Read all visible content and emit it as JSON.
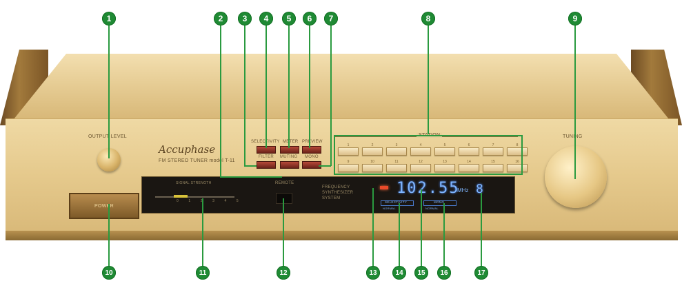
{
  "panel": {
    "brand": "Accuphase",
    "model_text": "FM STEREO TUNER model T-11",
    "output_level_label": "OUTPUT LEVEL",
    "tuning_label": "TUNING",
    "power_label": "POWER",
    "remote_label": "REMOTE",
    "station_label": "STATION",
    "signal_label": "SIGNAL STRENGTH",
    "freq_synth": [
      "FREQUENCY",
      "SYNTHESIZER",
      "SYSTEM"
    ],
    "meter_scale": [
      "0",
      "1",
      "2",
      "3",
      "4",
      "5"
    ]
  },
  "buttons": {
    "selectivity": "SELECTIVITY",
    "meter": "METER",
    "preview": "PREVIEW",
    "filter": "FILTER",
    "muting": "MUTING",
    "mono": "MONO"
  },
  "stations": {
    "top": [
      "1",
      "2",
      "3",
      "4",
      "5",
      "6",
      "7",
      "8"
    ],
    "bottom": [
      "9",
      "10",
      "11",
      "12",
      "13",
      "14",
      "15",
      "16"
    ]
  },
  "display": {
    "frequency": "102.55",
    "unit": "MHz",
    "channel": "8",
    "selectivity_tag": "SELECTIVITY",
    "normal_tag": "NORMAL",
    "mono_tag": "MONO",
    "normal_tag2": "NORMAL"
  },
  "callouts": [
    "1",
    "2",
    "3",
    "4",
    "5",
    "6",
    "7",
    "8",
    "9",
    "10",
    "11",
    "12",
    "13",
    "14",
    "15",
    "16",
    "17"
  ],
  "colors": {
    "callout": "#1f8a34",
    "chassis": "#e5c98c",
    "display": "#1a1612",
    "readout": "#7fb6ff"
  }
}
